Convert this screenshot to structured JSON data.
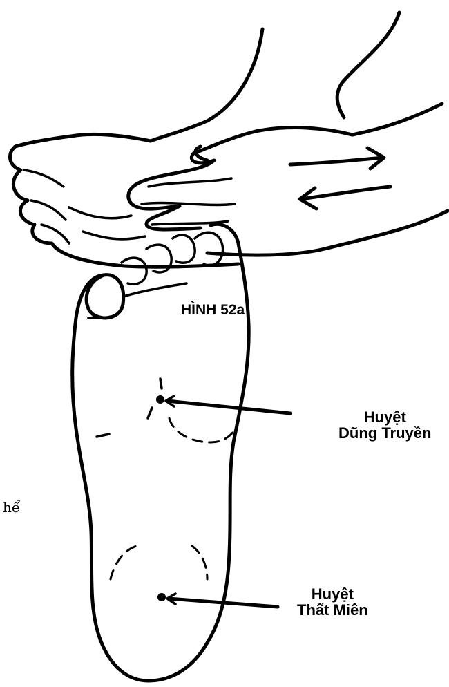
{
  "figure_title": "HÌNH 52a",
  "labels": {
    "point_1": {
      "line1": "Huyệt",
      "line2": "Dũng Truyền"
    },
    "point_2": {
      "line1": "Huyệt",
      "line2": "Thất Miên"
    }
  },
  "cropped_text": "hể"
}
